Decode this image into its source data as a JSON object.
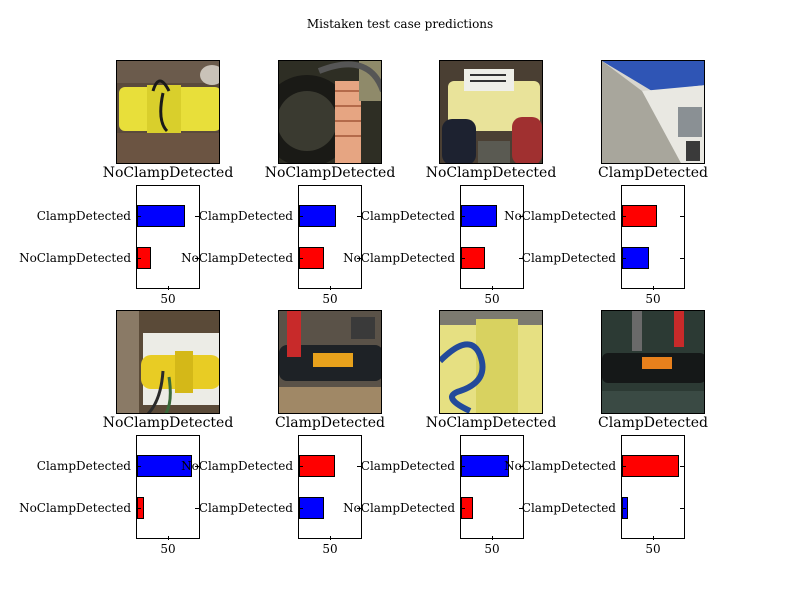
{
  "figure": {
    "title": "Mistaken test case predictions"
  },
  "colors": {
    "clamp_bar": "#0000ff",
    "noclamp_bar": "#ff0000"
  },
  "chart_data": [
    {
      "type": "bar",
      "orientation": "horizontal",
      "photo": "yellow-fitting-in-soil",
      "title": "NoClampDetected",
      "categories": [
        "ClampDetected",
        "NoClampDetected"
      ],
      "values": [
        78,
        22
      ],
      "xticks": [
        50
      ],
      "xlim": [
        0,
        100
      ]
    },
    {
      "type": "bar",
      "orientation": "horizontal",
      "photo": "dark-tire-with-tape",
      "title": "NoClampDetected",
      "categories": [
        "ClampDetected",
        "NoClampDetected"
      ],
      "values": [
        60,
        40
      ],
      "xticks": [
        50
      ],
      "xlim": [
        0,
        100
      ]
    },
    {
      "type": "bar",
      "orientation": "horizontal",
      "photo": "yellow-fitting-red-caps",
      "title": "NoClampDetected",
      "categories": [
        "ClampDetected",
        "NoClampDetected"
      ],
      "values": [
        58,
        38
      ],
      "xticks": [
        50
      ],
      "xlim": [
        0,
        100
      ]
    },
    {
      "type": "bar",
      "orientation": "horizontal",
      "photo": "building-wall",
      "title": "ClampDetected",
      "categories": [
        "NoClampDetected",
        "ClampDetected"
      ],
      "values": [
        57,
        43
      ],
      "xticks": [
        50
      ],
      "xlim": [
        0,
        100
      ]
    },
    {
      "type": "bar",
      "orientation": "horizontal",
      "photo": "yellow-fitting-on-block",
      "title": "NoClampDetected",
      "categories": [
        "ClampDetected",
        "NoClampDetected"
      ],
      "values": [
        88,
        12
      ],
      "xticks": [
        50
      ],
      "xlim": [
        0,
        100
      ]
    },
    {
      "type": "bar",
      "orientation": "horizontal",
      "photo": "black-pipe-water",
      "title": "ClampDetected",
      "categories": [
        "NoClampDetected",
        "ClampDetected"
      ],
      "values": [
        58,
        40
      ],
      "xticks": [
        50
      ],
      "xlim": [
        0,
        100
      ]
    },
    {
      "type": "bar",
      "orientation": "horizontal",
      "photo": "yellow-pipe-blue-cable",
      "title": "NoClampDetected",
      "categories": [
        "ClampDetected",
        "NoClampDetected"
      ],
      "values": [
        78,
        19
      ],
      "xticks": [
        50
      ],
      "xlim": [
        0,
        100
      ]
    },
    {
      "type": "bar",
      "orientation": "horizontal",
      "photo": "black-pipe-red-caps",
      "title": "ClampDetected",
      "categories": [
        "NoClampDetected",
        "ClampDetected"
      ],
      "values": [
        92,
        10
      ],
      "xticks": [
        50
      ],
      "xlim": [
        0,
        100
      ]
    }
  ]
}
